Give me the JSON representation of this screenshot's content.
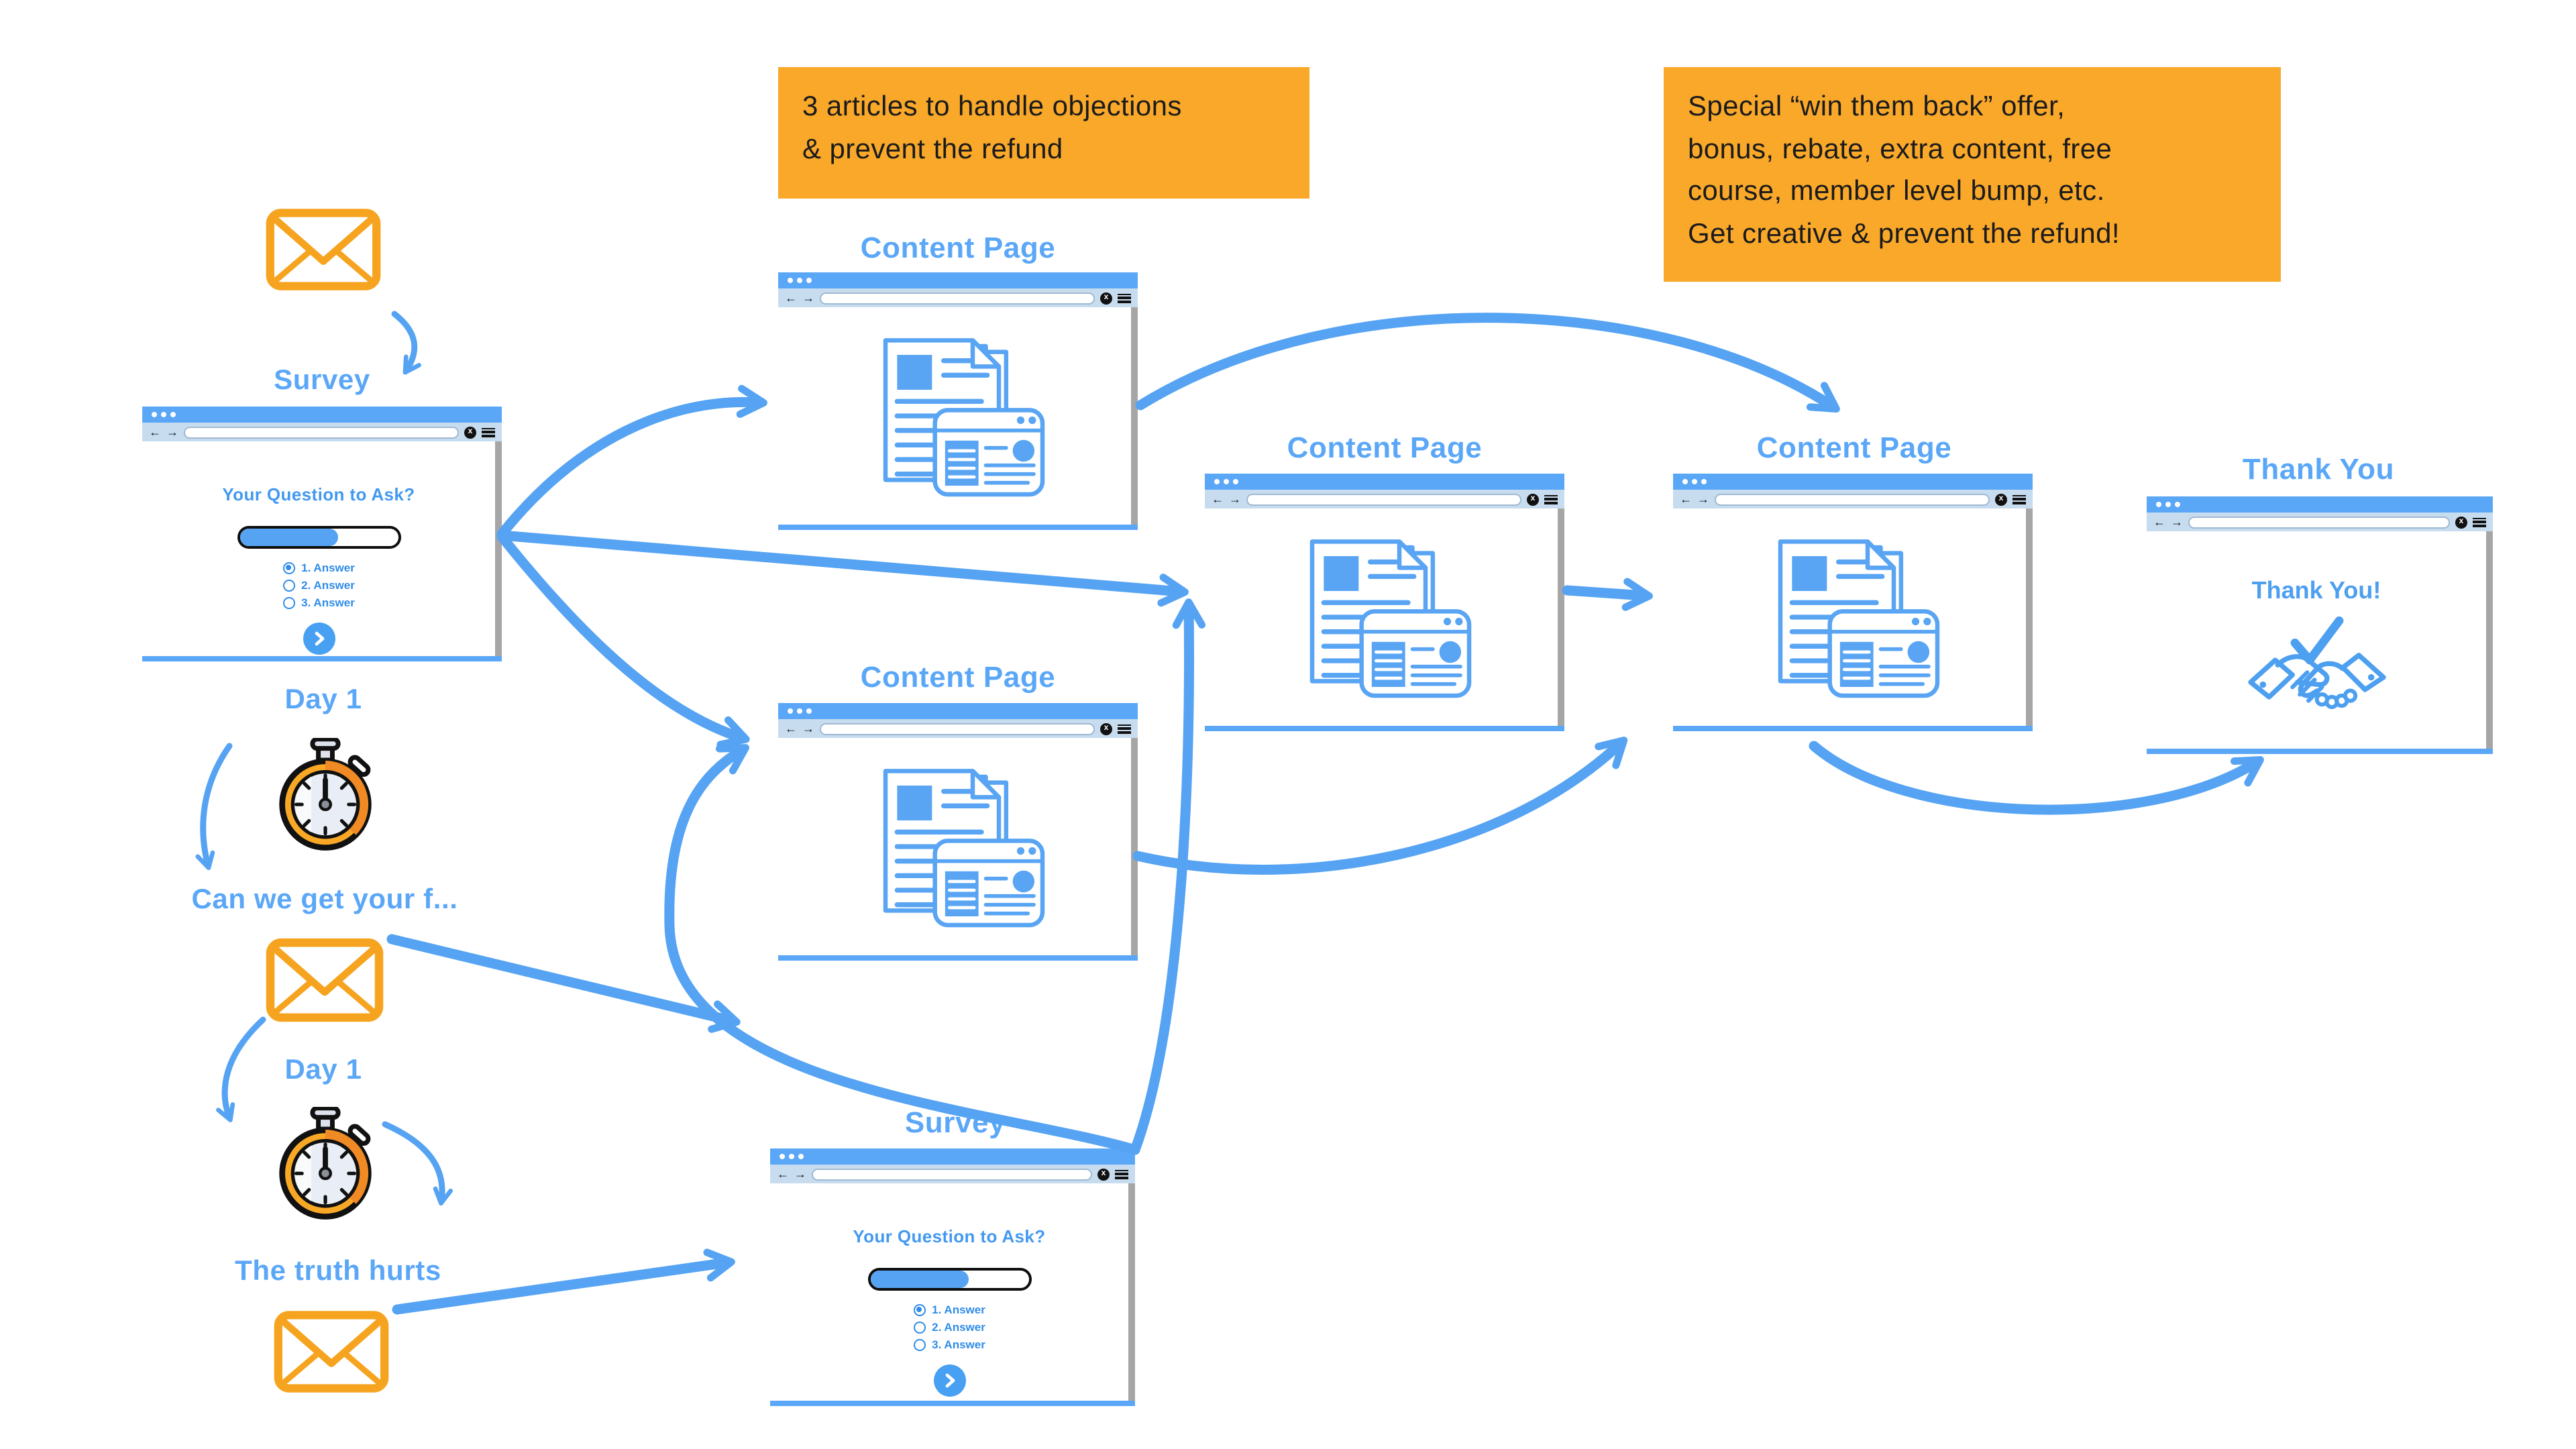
{
  "colors": {
    "accent_blue": "#55A3F2",
    "title_blue": "#5BA7F7",
    "toolbar_blue": "#C7DCEF",
    "survey_text_blue": "#2F8CE8",
    "orange": "#F9A82A",
    "envelope_orange": "#F6A41F",
    "stopwatch_orange": "#F9A826",
    "scrollbar_gray": "#A6A6A6",
    "text_dark": "#1b1b1b"
  },
  "callouts": {
    "left": {
      "text": "3 articles to handle objections\n& prevent the refund"
    },
    "right": {
      "text": "Special “win them back” offer,\nbonus, rebate, extra content, free\ncourse, member level bump, etc.\nGet creative & prevent the refund!"
    }
  },
  "windows": {
    "survey_top": {
      "title": "Survey"
    },
    "content_top": {
      "title": "Content Page"
    },
    "content_bottom": {
      "title": "Content Page"
    },
    "survey_bottom": {
      "title": "Survey"
    },
    "content_middle": {
      "title": "Content Page"
    },
    "content_right": {
      "title": "Content Page"
    },
    "thank_you": {
      "title": "Thank You",
      "heading": "Thank You!"
    }
  },
  "survey": {
    "question": "Your Question to Ask?",
    "progress_pct": 62,
    "answers": [
      {
        "label": "1. Answer",
        "selected": true
      },
      {
        "label": "2. Answer",
        "selected": false
      },
      {
        "label": "3. Answer",
        "selected": false
      }
    ]
  },
  "timeline": {
    "day1_first": "Day 1",
    "email2_label": "Can we get your f...",
    "day1_second": "Day 1",
    "email3_label": "The truth hurts"
  },
  "chrome": {
    "back": "←",
    "forward": "→",
    "close": "x"
  }
}
